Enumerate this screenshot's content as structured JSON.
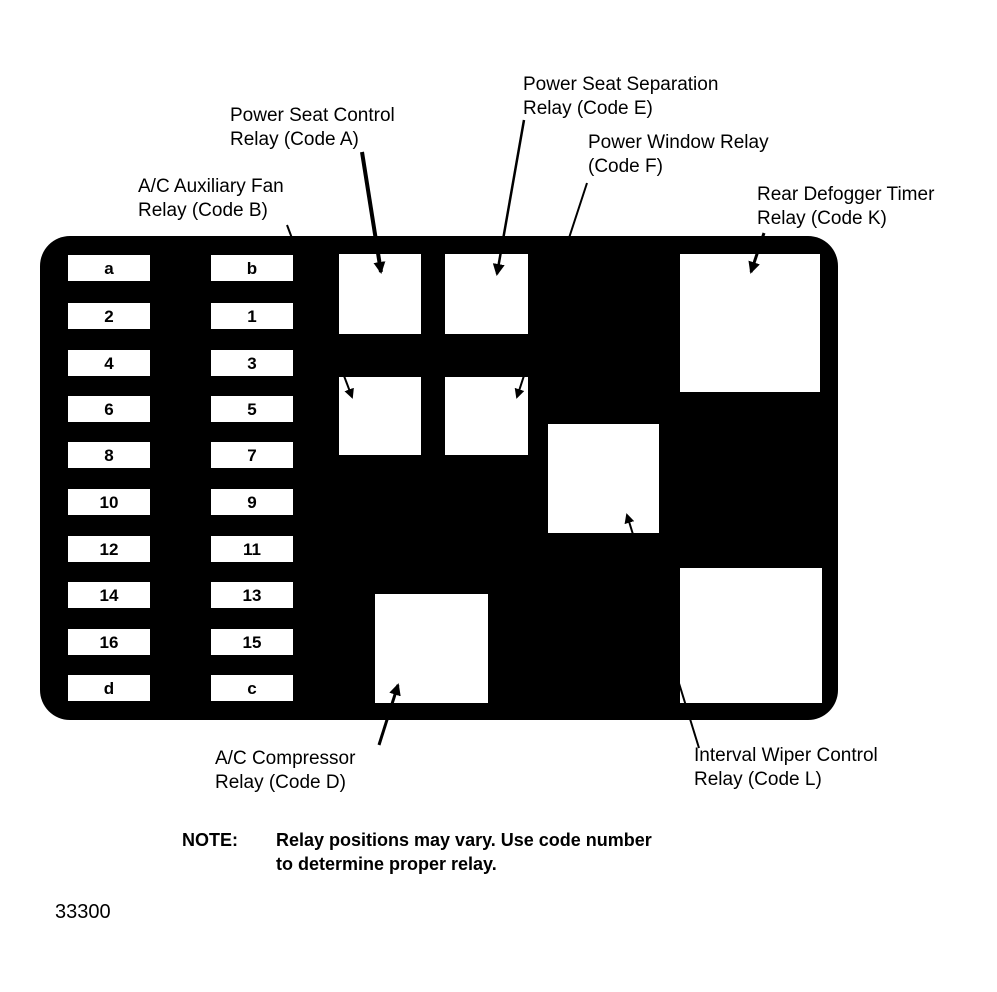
{
  "fuses": {
    "left": [
      "a",
      "2",
      "4",
      "6",
      "8",
      "10",
      "12",
      "14",
      "16",
      "d"
    ],
    "right": [
      "b",
      "1",
      "3",
      "5",
      "7",
      "9",
      "11",
      "13",
      "15",
      "c"
    ]
  },
  "relays": {
    "a": {
      "line1": "Power Seat Control",
      "line2": "Relay (Code A)"
    },
    "b": {
      "line1": "A/C Auxiliary Fan",
      "line2": "Relay (Code B)"
    },
    "d": {
      "line1": "A/C Compressor",
      "line2": "Relay (Code D)"
    },
    "e": {
      "line1": "Power Seat Separation",
      "line2": "Relay (Code E)"
    },
    "f": {
      "line1": "Power Window Relay",
      "line2": "(Code F)"
    },
    "k": {
      "line1": "Rear Defogger Timer",
      "line2": "Relay (Code K)"
    },
    "l": {
      "line1": "Interval Wiper Control",
      "line2": "Relay (Code L)"
    }
  },
  "note": {
    "label": "NOTE:",
    "line1": "Relay positions may vary. Use code number",
    "line2": "to determine proper relay."
  },
  "figure_number": "33300",
  "colors": {
    "panel": "#000000",
    "slot": "#ffffff",
    "ink": "#000000"
  }
}
